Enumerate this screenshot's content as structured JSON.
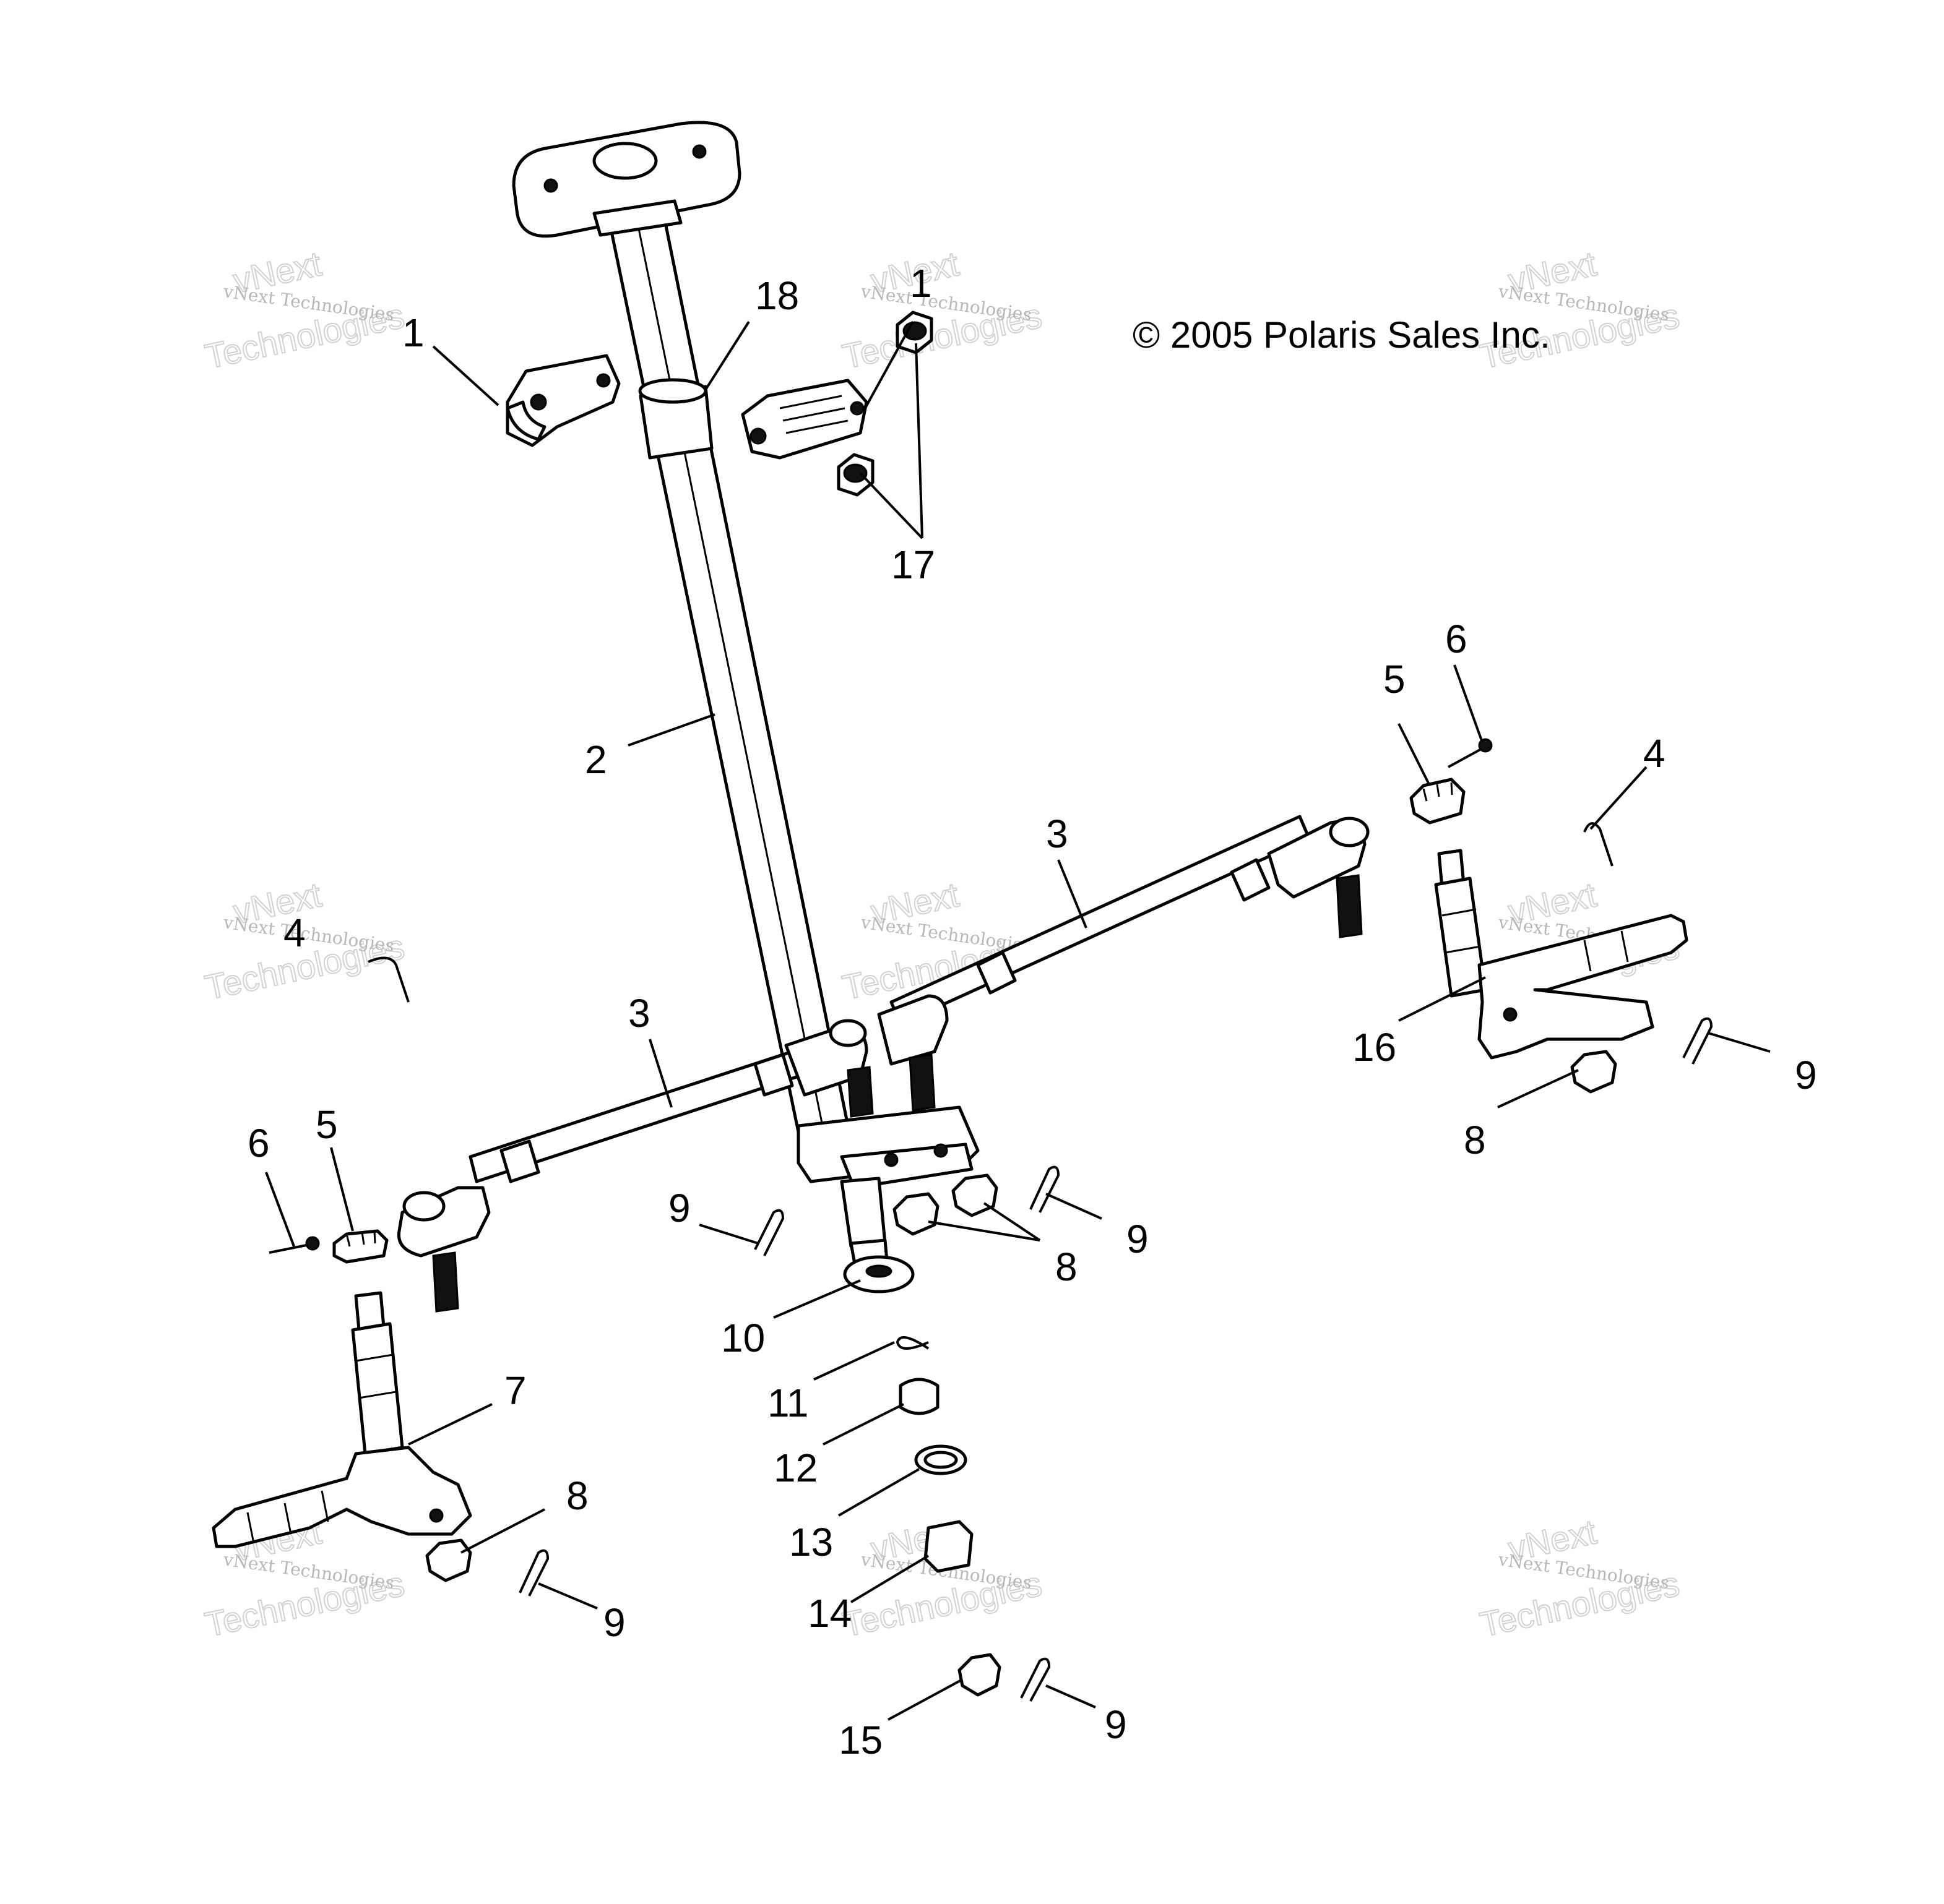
{
  "copyright": "© 2005 Polaris Sales Inc.",
  "watermark": {
    "line1": "vNext Technologies",
    "line2": "vNext",
    "line3": "Technologies"
  },
  "callouts": {
    "c1a": "1",
    "c1b": "1",
    "c2": "2",
    "c3a": "3",
    "c3b": "3",
    "c4a": "4",
    "c4b": "4",
    "c5a": "5",
    "c5b": "5",
    "c6a": "6",
    "c6b": "6",
    "c7": "7",
    "c8a": "8",
    "c8b": "8",
    "c8c": "8",
    "c9a": "9",
    "c9b": "9",
    "c9c": "9",
    "c9d": "9",
    "c9e": "9",
    "c10": "10",
    "c11": "11",
    "c12": "12",
    "c13": "13",
    "c14": "14",
    "c15": "15",
    "c16": "16",
    "c17": "17",
    "c18": "18"
  }
}
